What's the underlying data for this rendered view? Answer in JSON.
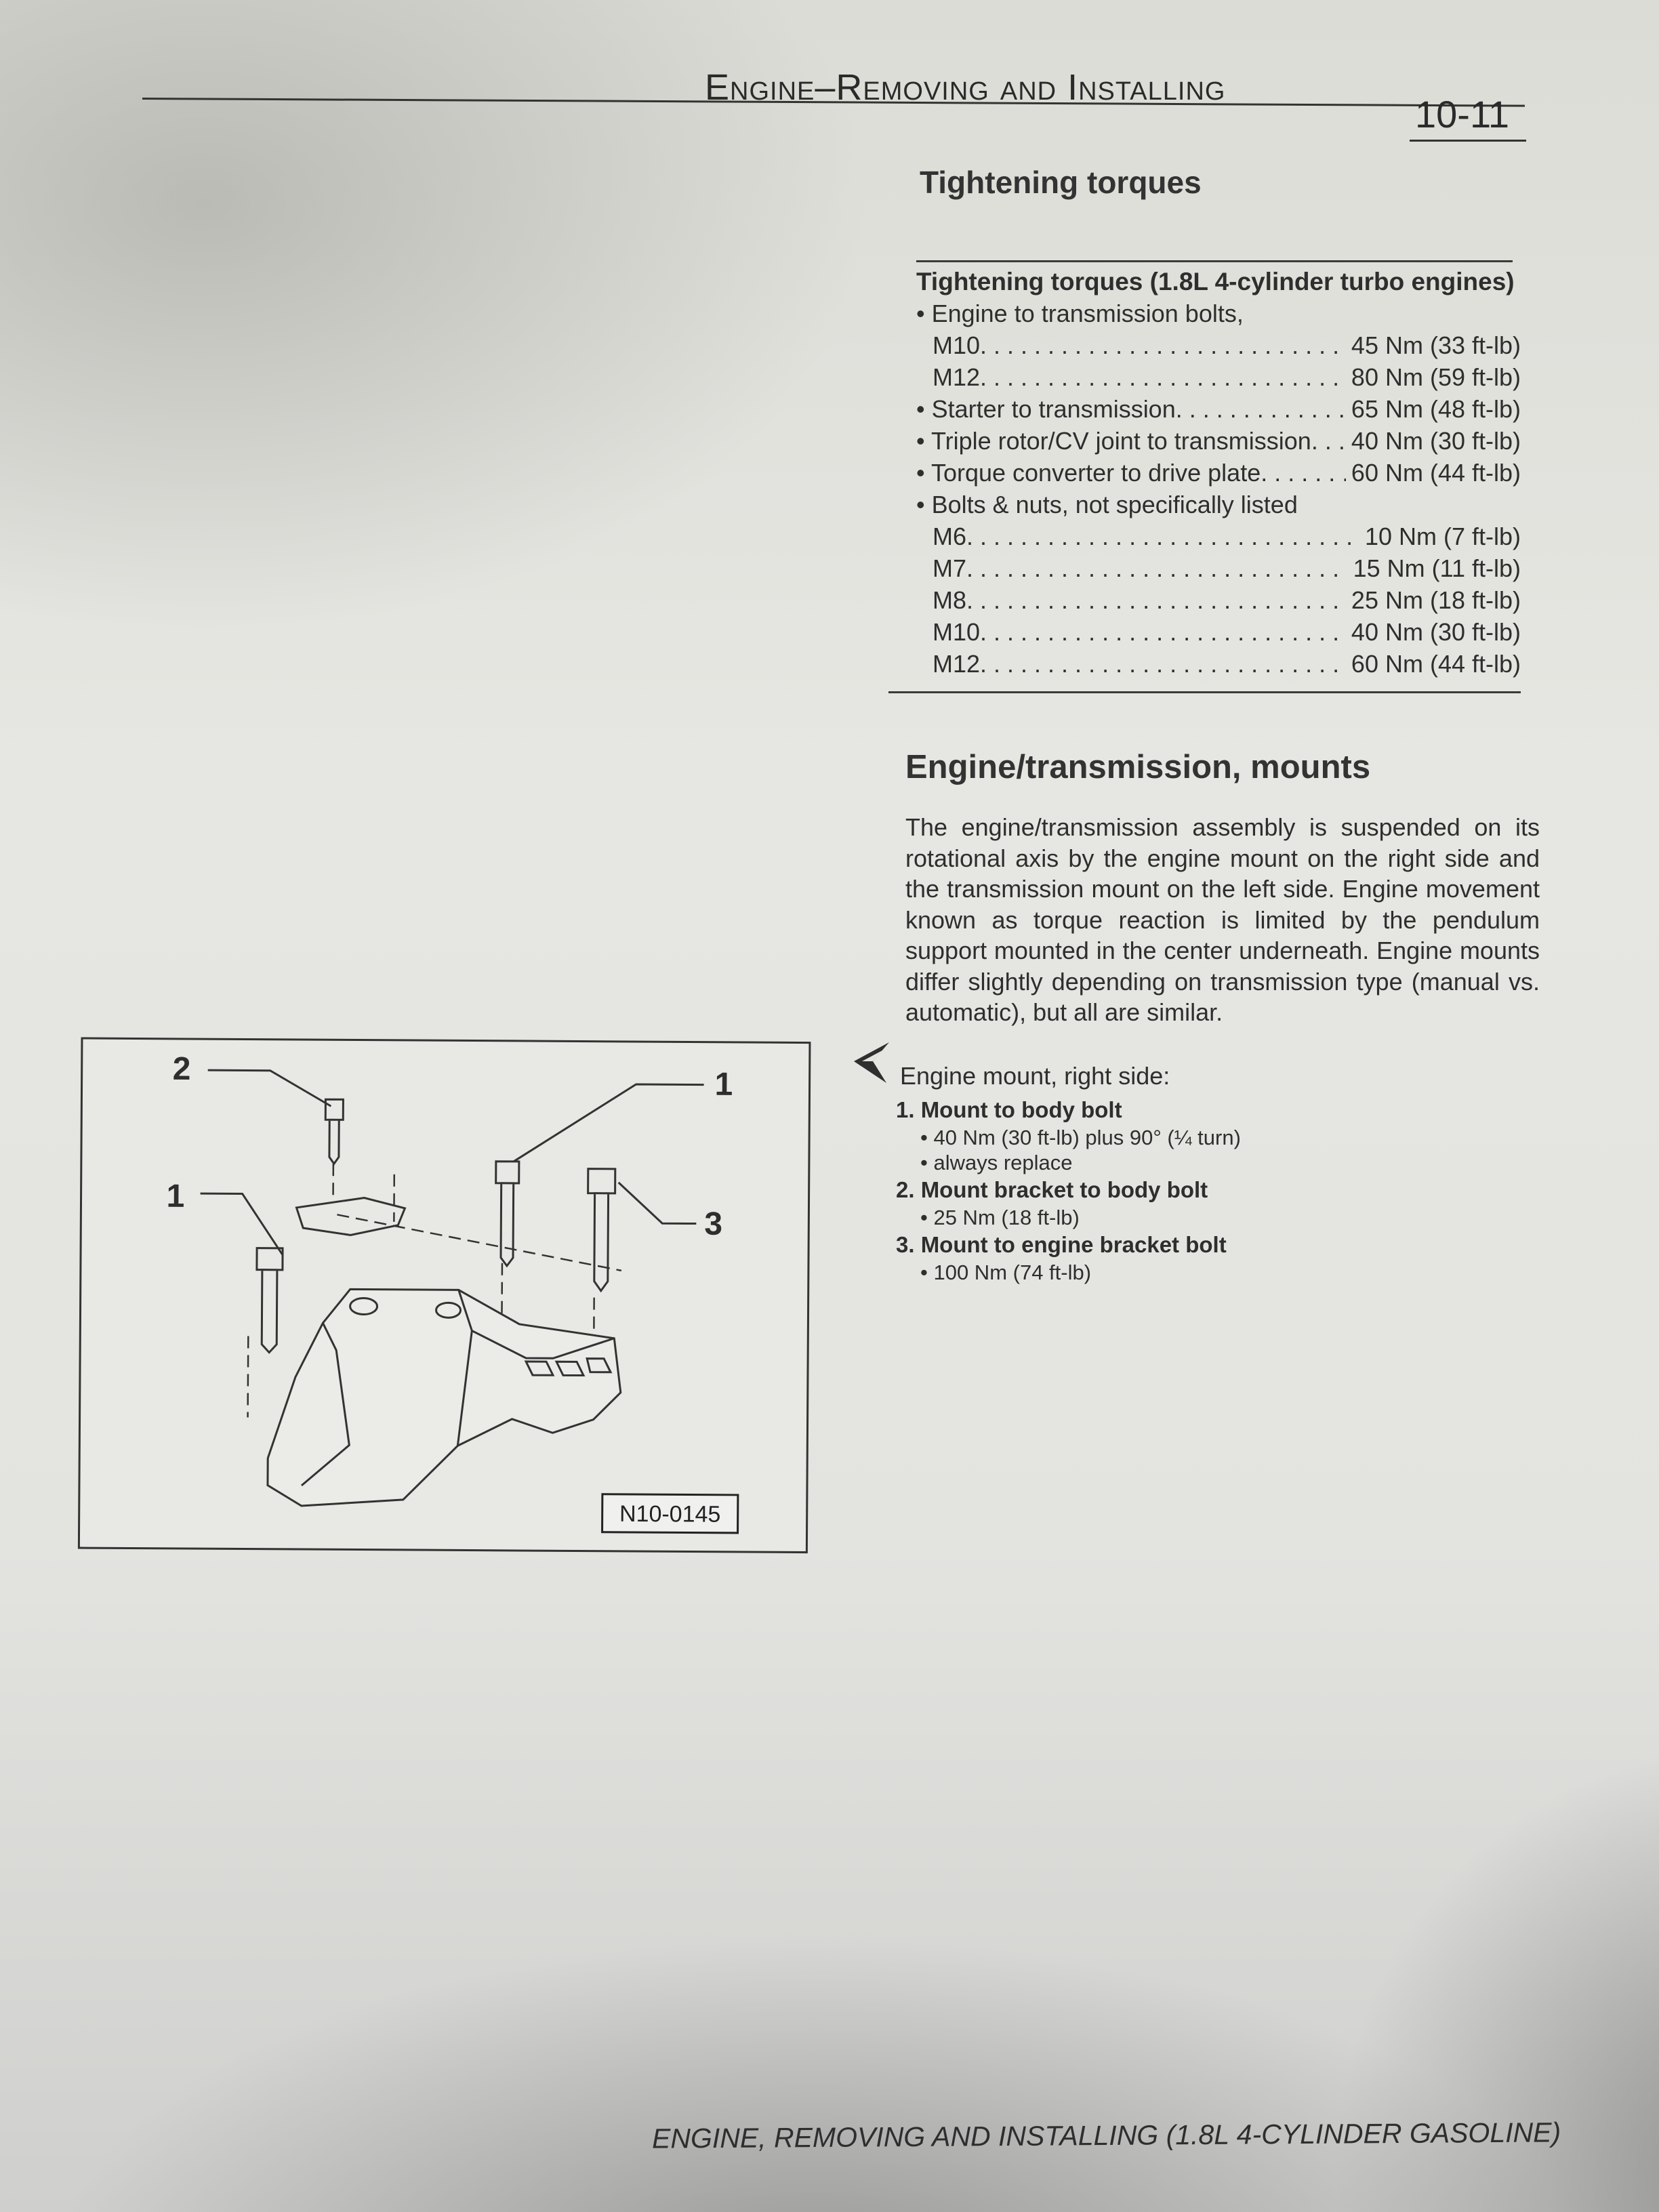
{
  "header": {
    "title": "Engine–Removing and Installing",
    "page_number": "10-11"
  },
  "section1": {
    "heading": "Tightening torques",
    "table": {
      "title": "Tightening torques (1.8L 4-cylinder turbo engines)",
      "rows": [
        {
          "label": "• Engine to transmission bolts,",
          "value": ""
        },
        {
          "label": "M10",
          "value": "45 Nm (33 ft-lb)"
        },
        {
          "label": "M12",
          "value": "80 Nm (59 ft-lb)"
        },
        {
          "label": "• Starter to transmission",
          "value": "65 Nm (48 ft-lb)"
        },
        {
          "label": "• Triple rotor/CV joint to transmission",
          "value": "40 Nm (30 ft-lb)"
        },
        {
          "label": "• Torque converter to drive plate",
          "value": "60 Nm (44 ft-lb)"
        },
        {
          "label": "• Bolts & nuts, not specifically listed",
          "value": ""
        },
        {
          "label": "M6",
          "value": "10 Nm (7 ft-lb)"
        },
        {
          "label": "M7",
          "value": "15 Nm (11 ft-lb)"
        },
        {
          "label": "M8",
          "value": "25 Nm (18 ft-lb)"
        },
        {
          "label": "M10",
          "value": "40 Nm (30 ft-lb)"
        },
        {
          "label": "M12",
          "value": "60 Nm (44 ft-lb)"
        }
      ]
    }
  },
  "section2": {
    "heading": "Engine/transmission, mounts",
    "paragraph": "The engine/transmission assembly is suspended on its rotational axis by the engine mount on the right side and the transmission mount on the left side. Engine movement known as torque reaction is limited by the pendulum support mounted in the center underneath. Engine mounts differ slightly depending on transmission type (manual vs. automatic), but all are similar.",
    "callout": {
      "icon": "arrow-pointer-left-icon",
      "title": "Engine mount, right side:",
      "items": [
        {
          "label": "1. Mount to body bolt",
          "notes": [
            "• 40 Nm (30 ft-lb) plus 90° (¼ turn)",
            "• always replace"
          ]
        },
        {
          "label": "2. Mount bracket to body bolt",
          "notes": [
            "• 25 Nm (18 ft-lb)"
          ]
        },
        {
          "label": "3. Mount to engine bracket bolt",
          "notes": [
            "• 100 Nm (74 ft-lb)"
          ]
        }
      ]
    }
  },
  "figure": {
    "callouts": [
      "2",
      "1",
      "1",
      "3"
    ],
    "code": "N10-0145"
  },
  "footer": {
    "text": "ENGINE, REMOVING AND INSTALLING (1.8L 4-CYLINDER GASOLINE)"
  }
}
